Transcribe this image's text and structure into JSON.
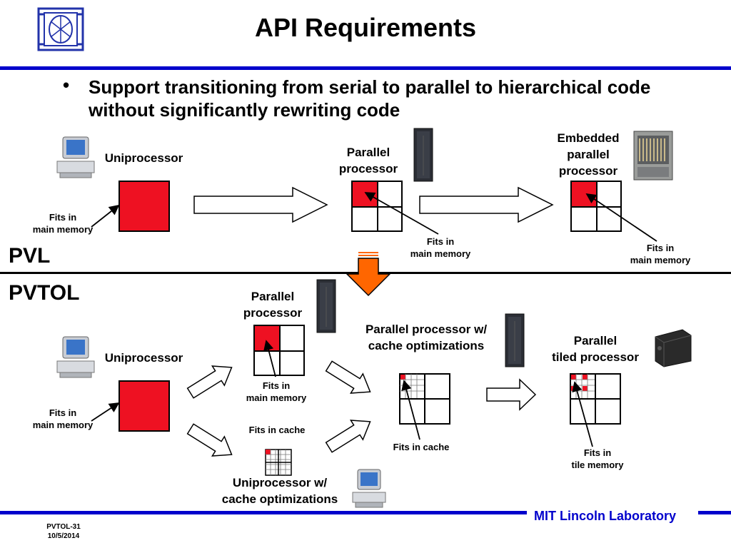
{
  "title": "API Requirements",
  "bullet": {
    "symbol": "•",
    "text": "Support transitioning from serial to parallel to hierarchical code without significantly rewriting code"
  },
  "pvl": {
    "section_label": "PVL",
    "uniprocessor": {
      "label": "Uniprocessor",
      "note_line1": "Fits in",
      "note_line2": "main memory"
    },
    "parallel": {
      "label_line1": "Parallel",
      "label_line2": "processor",
      "note_line1": "Fits in",
      "note_line2": "main memory"
    },
    "embedded": {
      "label_line1": "Embedded",
      "label_line2": "parallel",
      "label_line3": "processor",
      "note_line1": "Fits in",
      "note_line2": "main memory"
    }
  },
  "pvtol": {
    "section_label": "PVTOL",
    "uniprocessor": {
      "label": "Uniprocessor",
      "note_line1": "Fits in",
      "note_line2": "main memory"
    },
    "parallel": {
      "label_line1": "Parallel",
      "label_line2": "processor",
      "note_line1": "Fits in",
      "note_line2": "main memory"
    },
    "uni_cache": {
      "note": "Fits in cache",
      "label_line1": "Uniprocessor w/",
      "label_line2": "cache optimizations"
    },
    "parallel_cache": {
      "label_line1": "Parallel processor w/",
      "label_line2": "cache optimizations",
      "note": "Fits in cache"
    },
    "tiled": {
      "label_line1": "Parallel",
      "label_line2": "tiled processor",
      "note_line1": "Fits in",
      "note_line2": "tile memory"
    }
  },
  "footer": {
    "slide_id": "PVTOL-31",
    "date": "10/5/2014",
    "lab": "MIT Lincoln Laboratory"
  },
  "colors": {
    "accent_blue": "#0000cc",
    "block_red": "#ee1122",
    "arrow_orange": "#ff6600"
  }
}
